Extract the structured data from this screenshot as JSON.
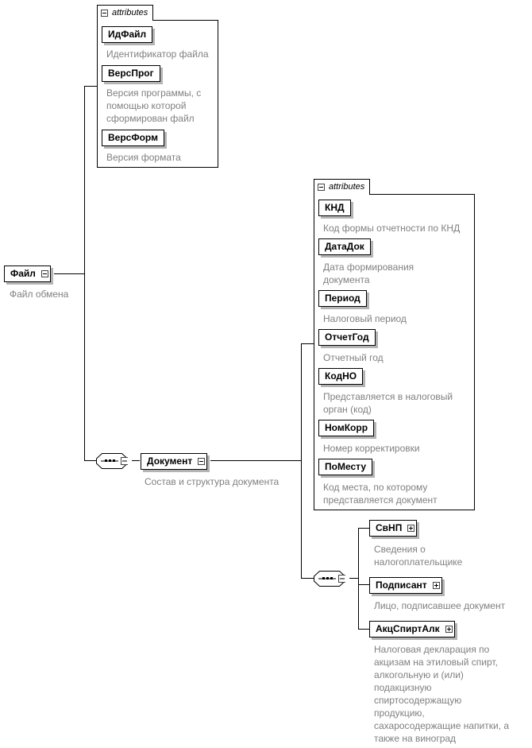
{
  "root": {
    "name": "Файл",
    "description": "Файл обмена"
  },
  "file_attributes": {
    "header": "attributes",
    "items": [
      {
        "name": "ИдФайл",
        "description": "Идентификатор файла"
      },
      {
        "name": "ВерсПрог",
        "description": [
          "Версия программы, с",
          "помощью которой",
          "сформирован файл"
        ]
      },
      {
        "name": "ВерсФорм",
        "description": "Версия формата"
      }
    ]
  },
  "document": {
    "name": "Документ",
    "description": "Состав и структура документа"
  },
  "document_attributes": {
    "header": "attributes",
    "items": [
      {
        "name": "КНД",
        "description": "Код формы отчетности по КНД"
      },
      {
        "name": "ДатаДок",
        "description": [
          "Дата формирования",
          "документа"
        ]
      },
      {
        "name": "Период",
        "description": "Налоговый период"
      },
      {
        "name": "ОтчетГод",
        "description": "Отчетный год"
      },
      {
        "name": "КодНО",
        "description": [
          "Представляется в налоговый",
          "орган (код)"
        ]
      },
      {
        "name": "НомКорр",
        "description": "Номер корректировки"
      },
      {
        "name": "ПоМесту",
        "description": [
          "Код места, по которому",
          "представляется документ"
        ]
      }
    ]
  },
  "document_children": [
    {
      "name": "СвНП",
      "description": [
        "Сведения о",
        "налогоплательщике"
      ]
    },
    {
      "name": "Подписант",
      "description": "Лицо, подписавшее документ"
    },
    {
      "name": "АкцСпиртАлк",
      "description": [
        "Налоговая декларация по",
        "акцизам на этиловый спирт,",
        "алкогольную и (или)",
        "подакцизную",
        "спиртосодержащую",
        "продукцию,",
        "сахаросодержащие напитки, а",
        "также на виноград"
      ]
    }
  ]
}
